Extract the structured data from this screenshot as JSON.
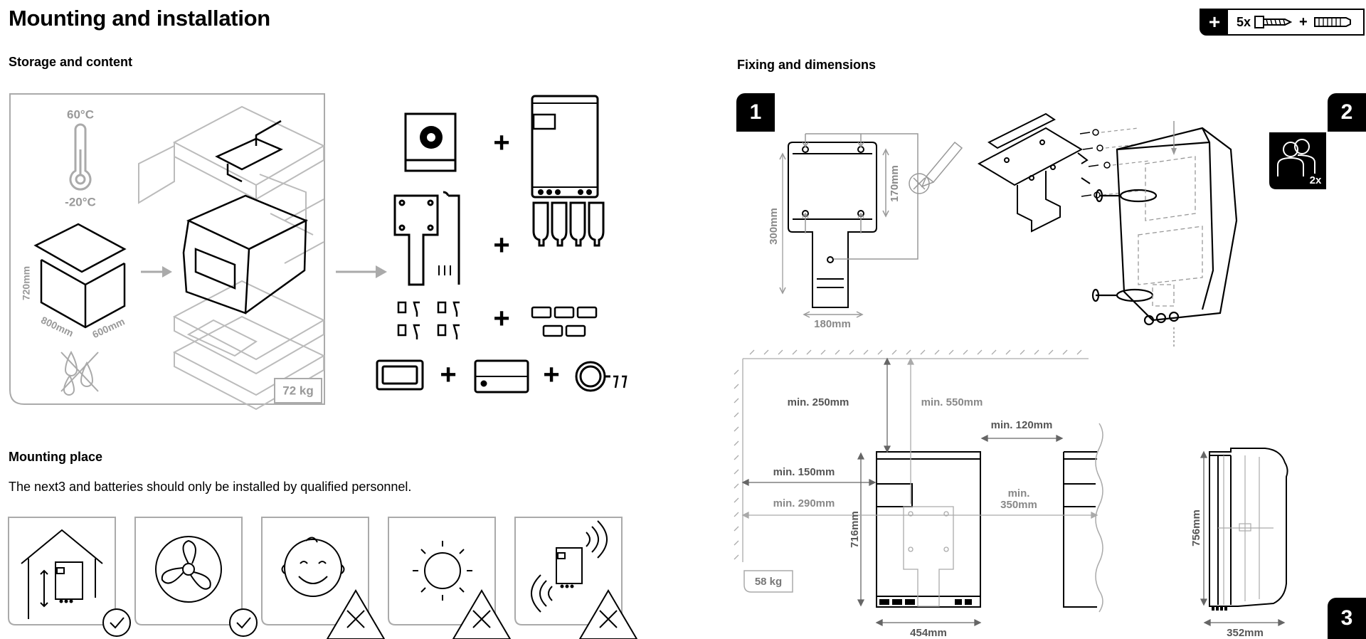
{
  "page": {
    "title": "Mounting and installation"
  },
  "toolbar": {
    "plus_symbol": "+",
    "screw_count": "5x",
    "plus_between": "+"
  },
  "storage": {
    "heading": "Storage and content",
    "temp_max": "60°C",
    "temp_min": "-20°C",
    "box_height": "720mm",
    "box_depth": "800mm",
    "box_width": "600mm",
    "weight": "72 kg"
  },
  "content_list": {
    "plus": "+"
  },
  "mounting_place": {
    "heading": "Mounting place",
    "text": "The next3 and batteries should only be installed by qualified personnel."
  },
  "fixing": {
    "heading": "Fixing and dimensions",
    "step1": "1",
    "step2": "2",
    "step3": "3",
    "people_count": "2x",
    "plate_height": "300mm",
    "hole_spacing": "170mm",
    "plate_width": "180mm",
    "min_top": "min. 250mm",
    "min_top_alt": "min. 550mm",
    "min_side_right": "min. 120mm",
    "min_side_left": "min. 150mm",
    "min_side_left_alt": "min. 290mm",
    "min_right_alt_1": "min.",
    "min_right_alt_2": "350mm",
    "unit_height": "716mm",
    "unit_width": "454mm",
    "side_height": "756mm",
    "side_depth": "352mm",
    "unit_weight": "58 kg"
  }
}
